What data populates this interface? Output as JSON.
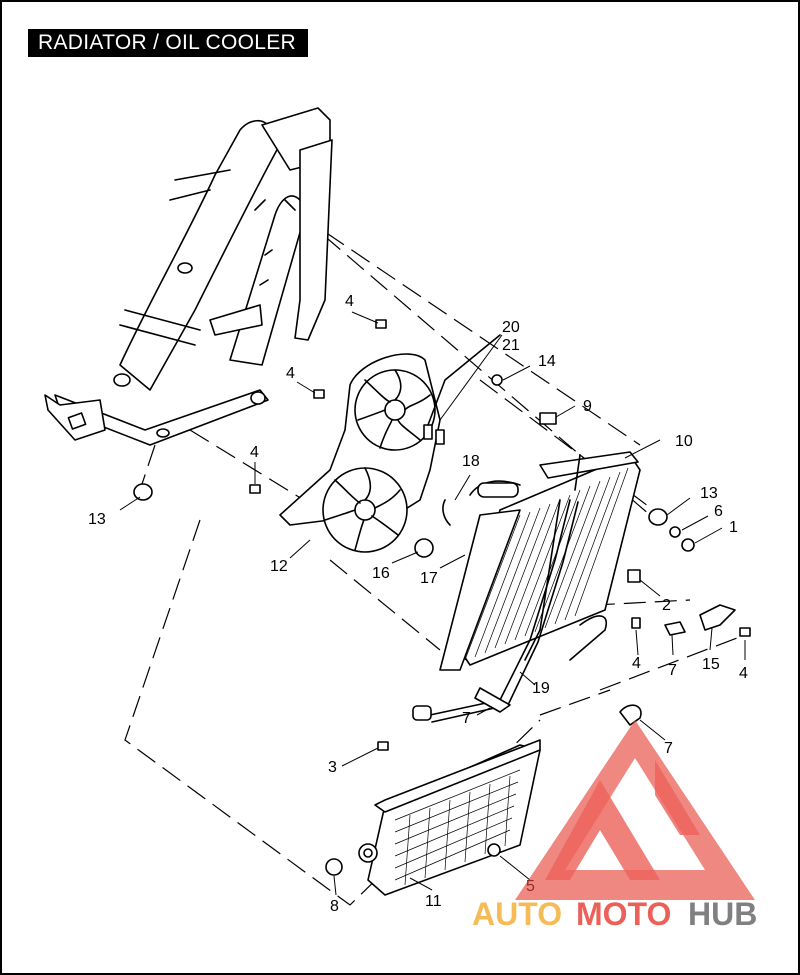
{
  "title": "RADIATOR / OIL COOLER",
  "callouts": [
    "4",
    "20",
    "21",
    "14",
    "9",
    "10",
    "4",
    "4",
    "13",
    "18",
    "13",
    "6",
    "1",
    "12",
    "16",
    "17",
    "2",
    "7",
    "4",
    "15",
    "4",
    "19",
    "7",
    "7",
    "3",
    "8",
    "11",
    "5"
  ],
  "watermark": {
    "brand_part1": "AUTO",
    "brand_part2": "MOTO",
    "brand_part3": "HUB",
    "color_orange": "#f5b03a",
    "color_red": "#e8453c",
    "color_gray": "#6b6b6b"
  }
}
